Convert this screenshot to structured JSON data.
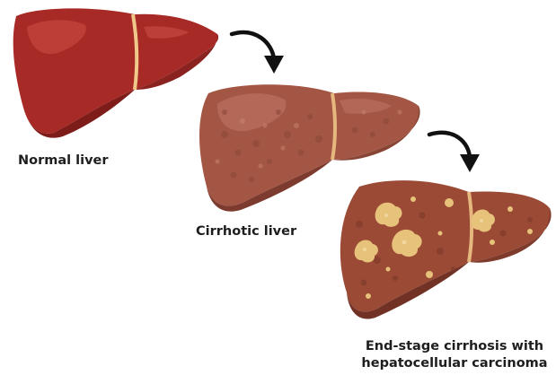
{
  "stages": [
    {
      "id": "normal",
      "label": "Normal liver"
    },
    {
      "id": "cirrhotic",
      "label": "Cirrhotic liver"
    },
    {
      "id": "end_stage",
      "label_line1": "End-stage cirrhosis with",
      "label_line2": "hepatocellular carcinoma"
    }
  ],
  "colors": {
    "normal_liver": "#a82a26",
    "normal_liver_dark": "#7e1c1a",
    "cirrhotic_liver": "#a45644",
    "cirrhotic_liver_dark": "#7d3a2e",
    "end_stage_liver": "#9a4a35",
    "tumor": "#e7c27a",
    "ligament": "#f0c98a",
    "arrow": "#111111"
  }
}
